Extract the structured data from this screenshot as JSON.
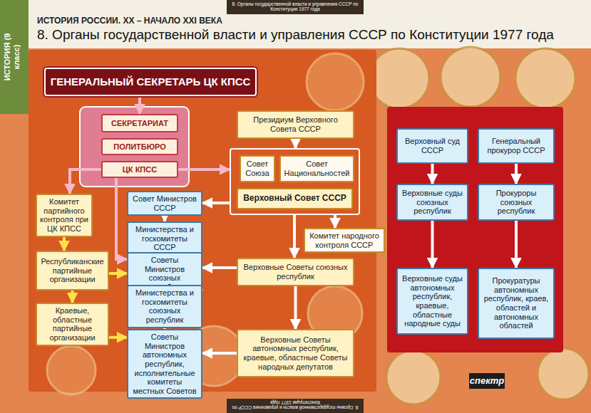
{
  "diagram": {
    "title": "8. Органы государственной власти и управления СССР по Конституции 1977 года",
    "nodes": [
      {
        "text": [
          "ГЕНЕРАЛЬНЫЙ СЕКРЕТАРЬ ЦК КПСС"
        ]
      },
      {
        "text": [
          "СЕКРЕТАРИАТ"
        ]
      },
      {
        "text": [
          "ПОЛИТБЮРО"
        ]
      },
      {
        "text": [
          "ЦК КПСС"
        ]
      },
      {
        "text": [
          "Президиум Верховного Совета СССР"
        ]
      },
      {
        "text": [
          "Верховный Совет СССР"
        ]
      },
      {
        "text": [
          "Совет Союза"
        ],
        "in": 5
      },
      {
        "text": [
          "Совет Национальностей"
        ],
        "in": 5
      },
      {
        "text": [
          "Комитет партийного контроля при ЦК КПСС"
        ]
      },
      {
        "text": [
          "Совет Министров СССР"
        ]
      },
      {
        "text": [
          "Министерства и госкомитеты СССР"
        ]
      },
      {
        "text": [
          "Комитет народного контроля СССР"
        ]
      },
      {
        "text": [
          "Республиканские партийные организации"
        ]
      },
      {
        "text": [
          "Советы Министров союзных республик"
        ]
      },
      {
        "text": [
          "Верховные Советы союзных республик"
        ]
      },
      {
        "text": [
          "Министерства и госкомитеты союзных республик"
        ]
      },
      {
        "text": [
          "Краевые, областные партийные организации"
        ]
      },
      {
        "text": [
          "Советы Министров автономных республик, исполнительные комитеты местных Советов"
        ]
      },
      {
        "text": [
          "Верховные Советы автономных республик, краевые, областные Советы народных депутатов"
        ]
      },
      {
        "text": [
          "Верховный суд СССР"
        ]
      },
      {
        "text": [
          "Генеральный прокурор СССР"
        ]
      },
      {
        "text": [
          "Верховные суды союзных республик"
        ]
      },
      {
        "text": [
          "Прокуроры союзных республик"
        ]
      },
      {
        "text": [
          "Верховные суды автономных республик, краевые, областные народные суды"
        ]
      },
      {
        "text": [
          "Прокуратуры автономных республик, краев, областей и автономных областей"
        ]
      }
    ],
    "edges": [
      {
        "from": 0,
        "to": 1,
        "arrow": "to"
      },
      {
        "from": 3,
        "to": 8,
        "arrow": "to"
      },
      {
        "from": 3,
        "to": 5,
        "arrow": "to"
      },
      {
        "from": 8,
        "to": 12,
        "arrow": "to"
      },
      {
        "from": 3,
        "to": 13,
        "arrow": "to"
      },
      {
        "from": 12,
        "to": 13,
        "arrow": "to"
      },
      {
        "from": 12,
        "to": 16,
        "arrow": "to"
      },
      {
        "from": 16,
        "to": 17,
        "arrow": "to"
      },
      {
        "from": 4,
        "to": 5,
        "arrow": "to"
      },
      {
        "from": 5,
        "to": 9,
        "arrow": "to"
      },
      {
        "from": 9,
        "to": 10,
        "arrow": "to"
      },
      {
        "from": 5,
        "to": 11,
        "arrow": "to"
      },
      {
        "from": 5,
        "to": 14,
        "arrow": "to"
      },
      {
        "from": 14,
        "to": 13,
        "arrow": "to"
      },
      {
        "from": 13,
        "to": 15,
        "arrow": "to"
      },
      {
        "from": 15,
        "to": 17,
        "arrow": "to"
      },
      {
        "from": 14,
        "to": 18,
        "arrow": "to"
      },
      {
        "from": 18,
        "to": 17,
        "arrow": "to"
      },
      {
        "from": 19,
        "to": 21,
        "arrow": "to"
      },
      {
        "from": 21,
        "to": 23,
        "arrow": "to"
      },
      {
        "from": 20,
        "to": 22,
        "arrow": "to"
      },
      {
        "from": 22,
        "to": 24,
        "arrow": "to"
      }
    ],
    "labels": [
      "ИСТОРИЯ (9 класс)",
      "8. Органы государственной власти и управления СССР по Конституции 1977 года",
      "ИСТОРИЯ РОССИИ. XX – НАЧАЛО XXI ВЕКА",
      "8. Органы государственной власти и управления СССР по Конституции 1977 года",
      "спектр"
    ]
  }
}
